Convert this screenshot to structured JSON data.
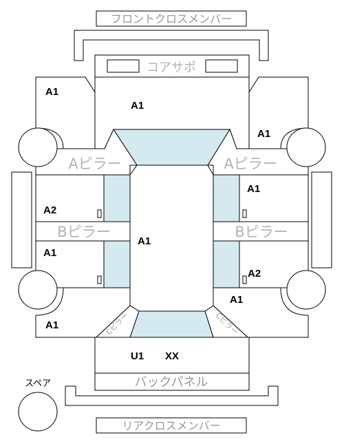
{
  "panels": {
    "front_cross_member": "フロントクロスメンバー",
    "core_support": "コアサポ",
    "a_pillar_left": "Aピラー",
    "a_pillar_right": "Aピラー",
    "b_pillar_left": "Bピラー",
    "b_pillar_right": "Bピラー",
    "back_panel": "バックパネル",
    "rear_cross_member": "リアクロスメンバー",
    "spare": "スペア",
    "c_pillar_left": "Cピラー",
    "c_pillar_right": "Cピラー"
  },
  "codes": {
    "front_left_fender": "A1",
    "hood": "A1",
    "front_right_fender": "A1",
    "front_left_door": "A2",
    "front_right_door": "A1",
    "roof": "A1",
    "rear_left_door": "A1",
    "rear_right_door": "A2",
    "rear_left_quarter": "A1",
    "rear_right_quarter": "A1",
    "trunk_first": "U1",
    "trunk_second": "XX"
  },
  "colors": {
    "glass": "#d4eaf0",
    "outline": "#000000",
    "label": "#9a9a9a"
  }
}
